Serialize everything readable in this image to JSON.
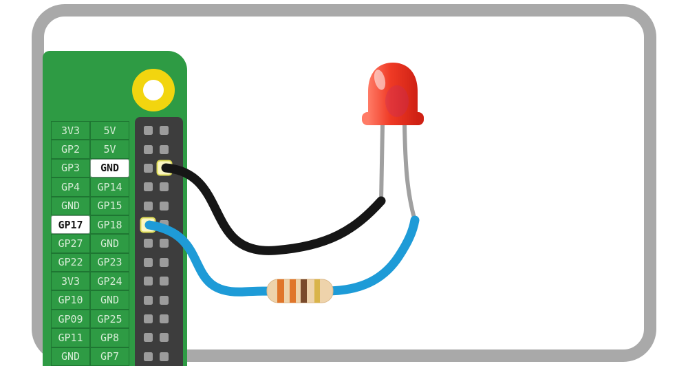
{
  "frame": {
    "border_color": "#a9a9a9",
    "background": "#ffffff"
  },
  "board": {
    "pin_rows": [
      {
        "left": "3V3",
        "right": "5V"
      },
      {
        "left": "GP2",
        "right": "5V"
      },
      {
        "left": "GP3",
        "right": "GND"
      },
      {
        "left": "GP4",
        "right": "GP14"
      },
      {
        "left": "GND",
        "right": "GP15"
      },
      {
        "left": "GP17",
        "right": "GP18"
      },
      {
        "left": "GP27",
        "right": "GND"
      },
      {
        "left": "GP22",
        "right": "GP23"
      },
      {
        "left": "3V3",
        "right": "GP24"
      },
      {
        "left": "GP10",
        "right": "GND"
      },
      {
        "left": "GP09",
        "right": "GP25"
      },
      {
        "left": "GP11",
        "right": "GP8"
      },
      {
        "left": "GND",
        "right": "GP7"
      }
    ],
    "highlighted_pins": [
      "GP17",
      "GND"
    ],
    "colors": {
      "board": "#2e9b44",
      "header": "#3d3d3d",
      "pin": "#9c9c9c",
      "label_text": "#d6edd6",
      "mount_ring": "#f2d50f"
    }
  },
  "components": {
    "led": {
      "kind": "red-led",
      "color": "#ef3a25",
      "leg_color": "#a0a0a0"
    },
    "black_wire": {
      "color": "#161616",
      "from": "GND",
      "to": "LED cathode"
    },
    "blue_wire": {
      "color": "#1e9bd7",
      "from": "GP17",
      "to": "LED anode via resistor"
    },
    "resistor": {
      "body_color": "#eed3ab",
      "bands": [
        "#e0762b",
        "#e0762b",
        "#7a4a2b",
        "#d9b44a"
      ]
    },
    "pad_color": "#faf6c3"
  }
}
